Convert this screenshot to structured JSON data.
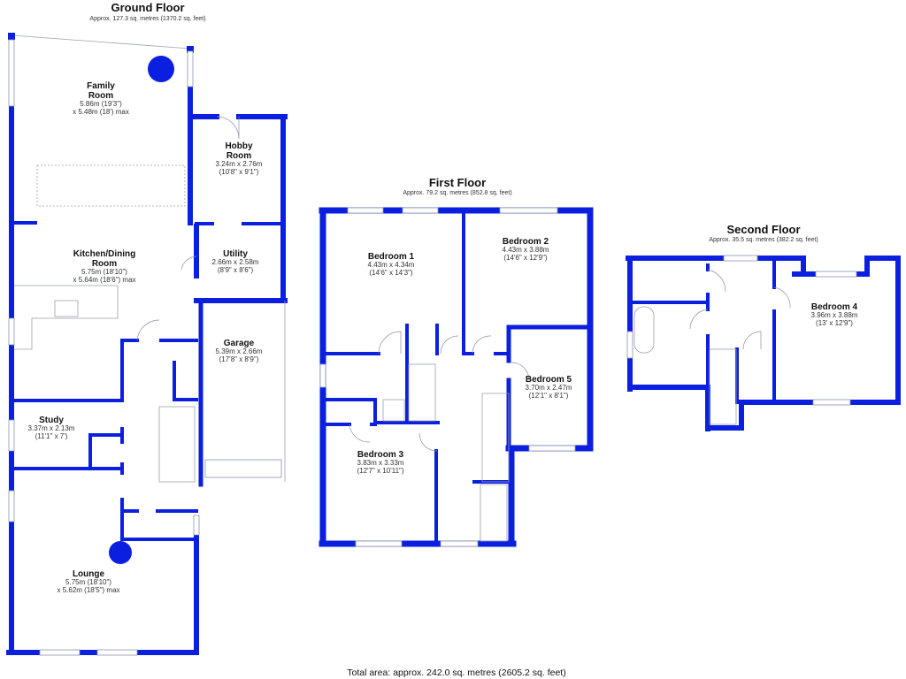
{
  "colors": {
    "wall": "#0b1fe0",
    "background": "#ffffff"
  },
  "floors": {
    "ground": {
      "title": "Ground Floor",
      "area": "Approx. 127.3 sq. metres (1370.2 sq. feet)",
      "rooms": {
        "family": {
          "name1": "Family",
          "name2": "Room",
          "dim1": "5.86m (19'3\")",
          "dim2": "x 5.48m (18') max"
        },
        "hobby": {
          "name1": "Hobby",
          "name2": "Room",
          "dim1": "3.24m x 2.76m",
          "dim2": "(10'8\" x 9'1\")"
        },
        "kitchen": {
          "name1": "Kitchen/Dining",
          "name2": "Room",
          "dim1": "5.75m (18'10\")",
          "dim2": "x 5.64m (18'6\") max"
        },
        "utility": {
          "name": "Utility",
          "dim1": "2.66m x 2.58m",
          "dim2": "(8'9\" x 8'6\")"
        },
        "garage": {
          "name": "Garage",
          "dim1": "5.39m x 2.66m",
          "dim2": "(17'8\" x 8'9\")"
        },
        "study": {
          "name": "Study",
          "dim1": "3.37m x 2.13m",
          "dim2": "(11'1\" x 7')"
        },
        "lounge": {
          "name": "Lounge",
          "dim1": "5.75m (18'10\")",
          "dim2": "x 5.62m (18'5\") max"
        }
      }
    },
    "first": {
      "title": "First Floor",
      "area": "Approx. 79.2 sq. metres (852.8 sq. feet)",
      "rooms": {
        "bed1": {
          "name": "Bedroom 1",
          "dim1": "4.43m x 4.34m",
          "dim2": "(14'6\" x 14'3\")"
        },
        "bed2": {
          "name": "Bedroom 2",
          "dim1": "4.43m x 3.88m",
          "dim2": "(14'6\" x 12'9\")"
        },
        "bed5": {
          "name": "Bedroom 5",
          "dim1": "3.70m x 2.47m",
          "dim2": "(12'1\" x 8'1\")"
        },
        "bed3": {
          "name": "Bedroom 3",
          "dim1": "3.83m x 3.33m",
          "dim2": "(12'7\" x 10'11\")"
        }
      }
    },
    "second": {
      "title": "Second Floor",
      "area": "Approx. 35.5 sq. metres (382.2 sq. feet)",
      "rooms": {
        "bed4": {
          "name": "Bedroom 4",
          "dim1": "3.96m x 3.88m",
          "dim2": "(13' x 12'9\")"
        }
      }
    }
  },
  "total": "Total area: approx. 242.0 sq. metres (2605.2 sq. feet)"
}
